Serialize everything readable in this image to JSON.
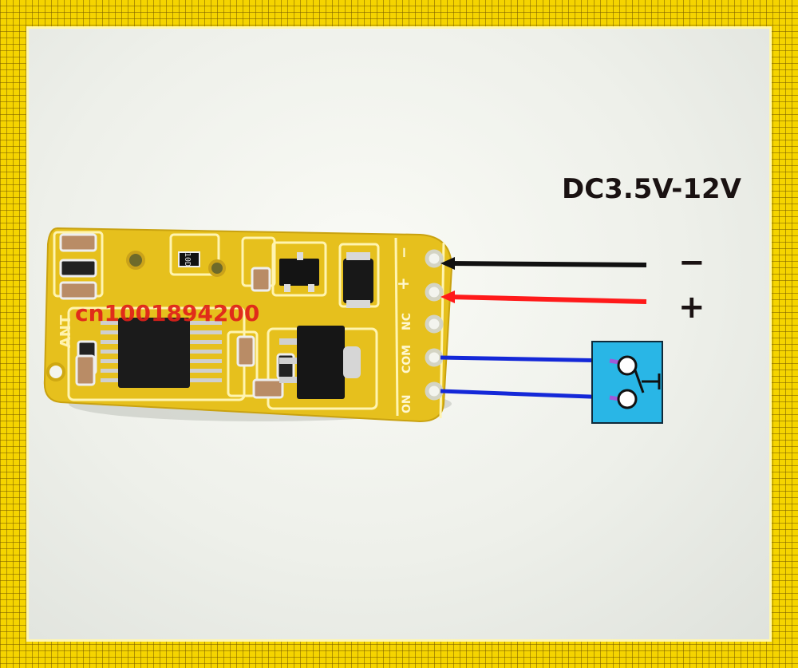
{
  "product": {
    "voltage_label": "DC3.5V-12V",
    "watermark": "cn1001894200",
    "antenna_label": "ANT",
    "chip_mark": "10D"
  },
  "terminals": {
    "minus": "−",
    "plus": "+",
    "nc": "NC",
    "com": "COM",
    "on": "ON"
  },
  "wire_labels": {
    "minus": "−",
    "plus": "+"
  },
  "colors": {
    "frame": "#f5d400",
    "board": "#e8c21a",
    "wire_negative": "#111111",
    "wire_positive": "#ff1a1a",
    "wire_switch": "#1428d8",
    "switch_fill": "#29b6e6",
    "watermark": "#e0201a"
  }
}
